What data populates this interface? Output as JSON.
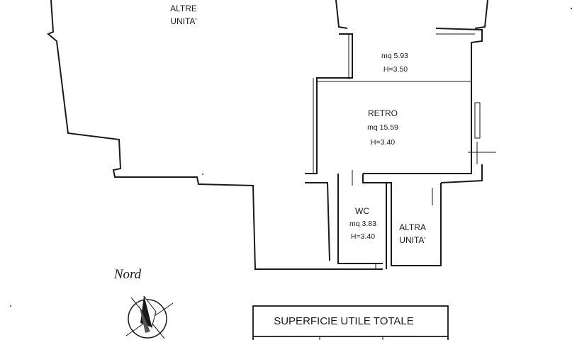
{
  "rooms": {
    "altre_unita": {
      "line1": "ALTRE",
      "line2": "UNITA'"
    },
    "corridor": {
      "area": "mq 5.93",
      "height": "H=3.50"
    },
    "retro": {
      "name": "RETRO",
      "area": "mq 15.59",
      "height": "H=3.40"
    },
    "wc": {
      "name": "WC",
      "area": "mq 3.83",
      "height": "H=3.40"
    },
    "altra_unita": {
      "line1": "ALTRA",
      "line2": "UNITA'"
    }
  },
  "compass": {
    "label": "Nord"
  },
  "summary_table": {
    "header": "SUPERFICIE UTILE TOTALE"
  }
}
